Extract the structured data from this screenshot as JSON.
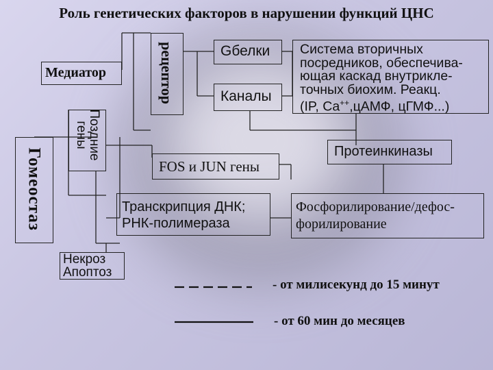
{
  "title": "Роль генетических факторов в нарушении функций ЦНС",
  "nodes": {
    "mediator": "Медиатор",
    "receptor": "рецептор",
    "gproteins": "Gбелки",
    "channels": "Каналы",
    "second_messengers": [
      "Система вторичных",
      "посредников, обеспечива-",
      "ющая каскад внутрикле-",
      "точных биохим. Реакц.",
      "(IP, Ca++,цАМФ, цГМФ...)"
    ],
    "late_genes": [
      "Поздние",
      "гены"
    ],
    "homeostasis": "Гомеостаз",
    "fos_jun": "FOS и JUN гены",
    "protein_kinases": "Протеинкиназы",
    "transcription": [
      "Транскрипция ДНК;",
      "РНК-полимераза"
    ],
    "phosphorylation": [
      "Фосфорилирование/дефос-",
      "форилирование"
    ],
    "necrosis": [
      "Некроз",
      "Апоптоз"
    ]
  },
  "legend": [
    {
      "line": "dashed",
      "text": "- от милисекунд до 15 минут"
    },
    {
      "line": "solid",
      "text": "- от 60 мин до месяцев"
    }
  ]
}
